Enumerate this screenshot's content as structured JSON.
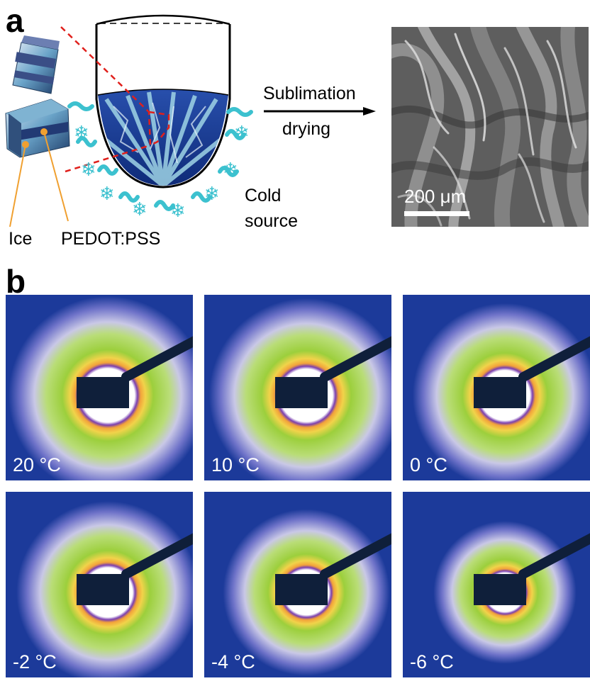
{
  "panel_a": {
    "letter": "a",
    "process_top": "Sublimation",
    "process_bottom": "drying",
    "cold_source_1": "Cold",
    "cold_source_2": "source",
    "ice_label": "Ice",
    "pedot_label": "PEDOT:PSS",
    "scale_bar_label": "200 μm"
  },
  "panel_b": {
    "letter": "b",
    "tiles": [
      {
        "label": "20 °C",
        "ring_scale": 1.0
      },
      {
        "label": "10 °C",
        "ring_scale": 0.98
      },
      {
        "label": "0 °C",
        "ring_scale": 0.93
      },
      {
        "label": "-2 °C",
        "ring_scale": 0.92
      },
      {
        "label": "-4 °C",
        "ring_scale": 0.84
      },
      {
        "label": "-6 °C",
        "ring_scale": 0.72
      }
    ]
  },
  "colors": {
    "background_blue": "#1c3a9a",
    "outer_halo": "#c9c8e6",
    "green_ring": "#9ccf3c",
    "orange_ring": "#f2a23a",
    "beamstop": "#0f1f3a",
    "cold_wave": "#3cc1cf",
    "dashed_red": "#e0201c",
    "leader_orange": "#f0a030"
  }
}
